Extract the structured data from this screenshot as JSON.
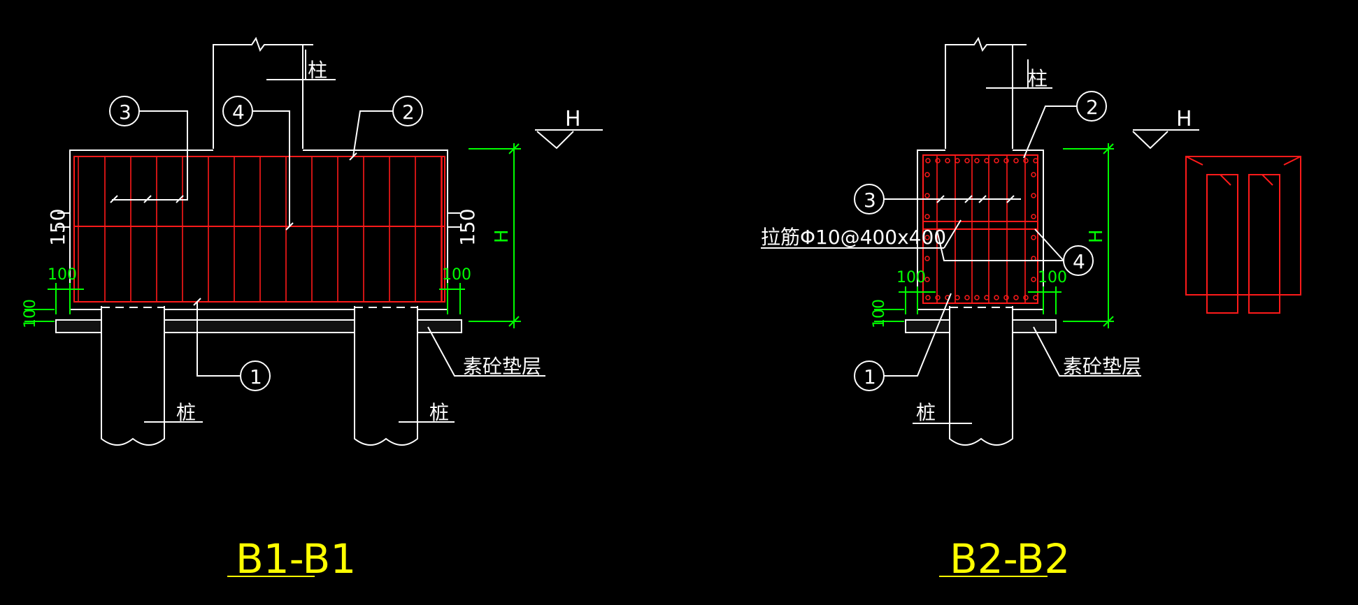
{
  "colors": {
    "background": "#000000",
    "outline": "#ffffff",
    "rebar": "#ff1a1a",
    "dimension": "#00ff00",
    "title": "#ffff00"
  },
  "labels": {
    "column": "柱",
    "pile": "桩",
    "cushion": "素砼垫层",
    "level_mark": "H",
    "dim_height": "H",
    "dim_150": "150",
    "dim_100": "100",
    "tie_bar": "拉筋Φ10@400x400",
    "tag_1": "1",
    "tag_2": "2",
    "tag_3": "3",
    "tag_4": "4"
  },
  "sections": {
    "b1": {
      "title": "B1-B1"
    },
    "b2": {
      "title": "B2-B2"
    }
  }
}
